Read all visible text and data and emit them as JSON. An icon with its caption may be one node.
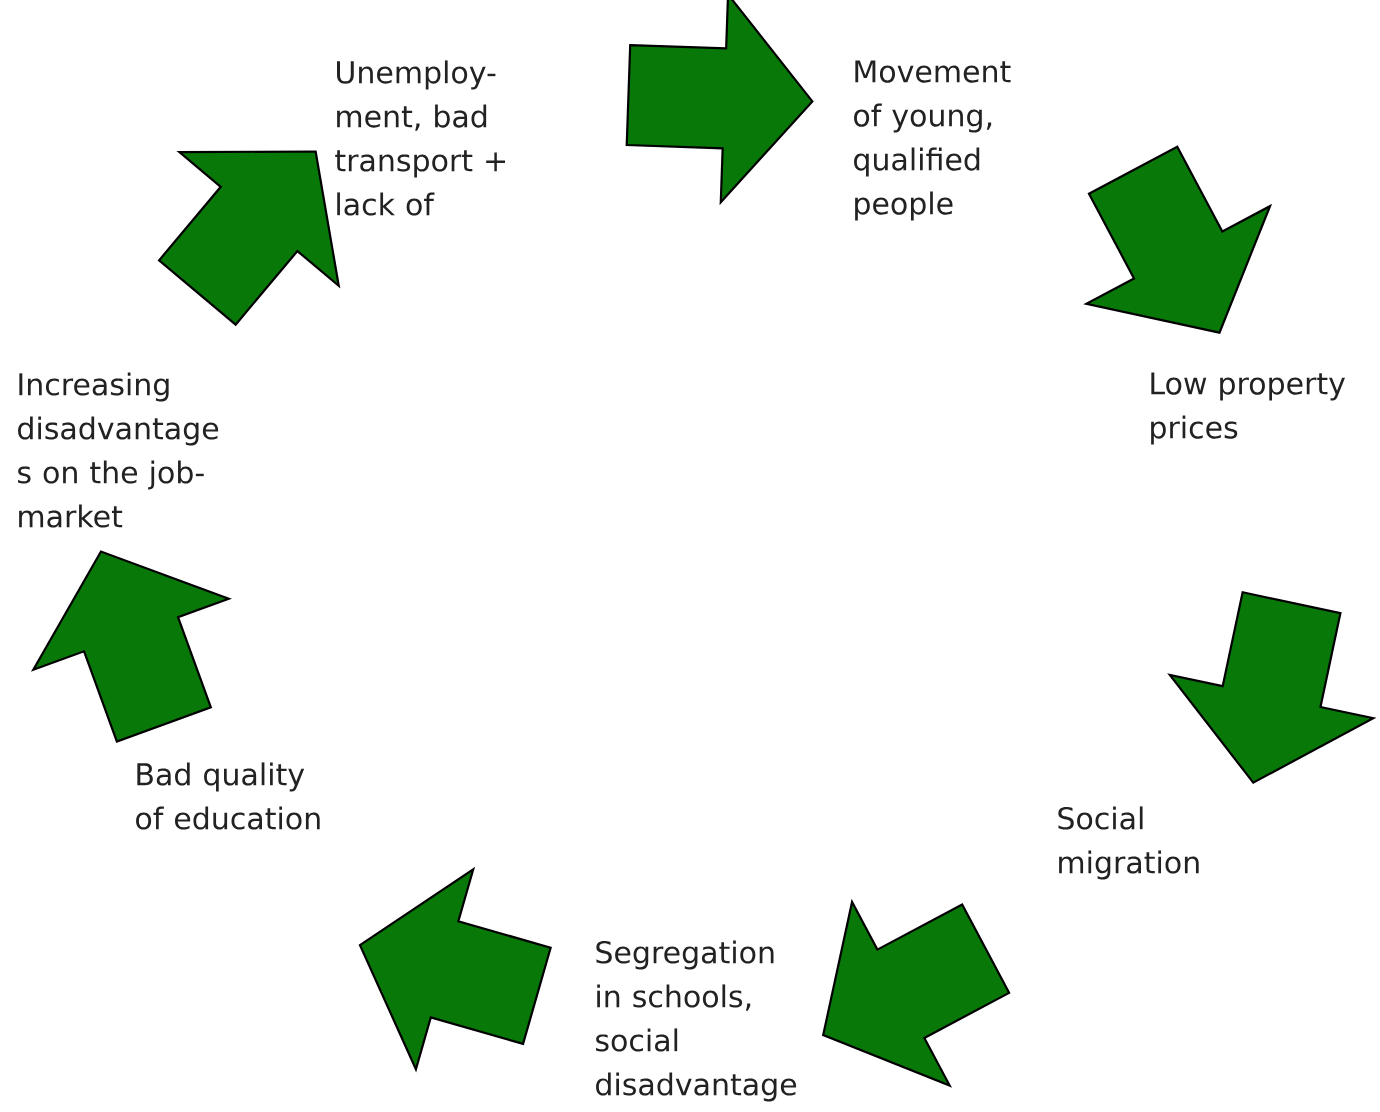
{
  "diagram": {
    "nodes": [
      {
        "text": [
          "Unemploy- ment, bad transport + lack of"
        ]
      },
      {
        "text": [
          "Movement of young, qualified people"
        ]
      },
      {
        "text": [
          "Low property prices"
        ]
      },
      {
        "text": [
          "Social migration"
        ]
      },
      {
        "text": [
          "Segregation in schools, social disadvantage"
        ]
      },
      {
        "text": [
          "Bad quality of education"
        ]
      },
      {
        "text": [
          "Increasing disadvantage s on the job- market"
        ]
      }
    ],
    "edges": [
      {
        "from": 0,
        "to": 1,
        "arrow": "to"
      },
      {
        "from": 1,
        "to": 2,
        "arrow": "to"
      },
      {
        "from": 2,
        "to": 3,
        "arrow": "to"
      },
      {
        "from": 3,
        "to": 4,
        "arrow": "to"
      },
      {
        "from": 4,
        "to": 5,
        "arrow": "to"
      },
      {
        "from": 5,
        "to": 6,
        "arrow": "to"
      },
      {
        "from": 6,
        "to": 0,
        "arrow": "to"
      }
    ]
  }
}
